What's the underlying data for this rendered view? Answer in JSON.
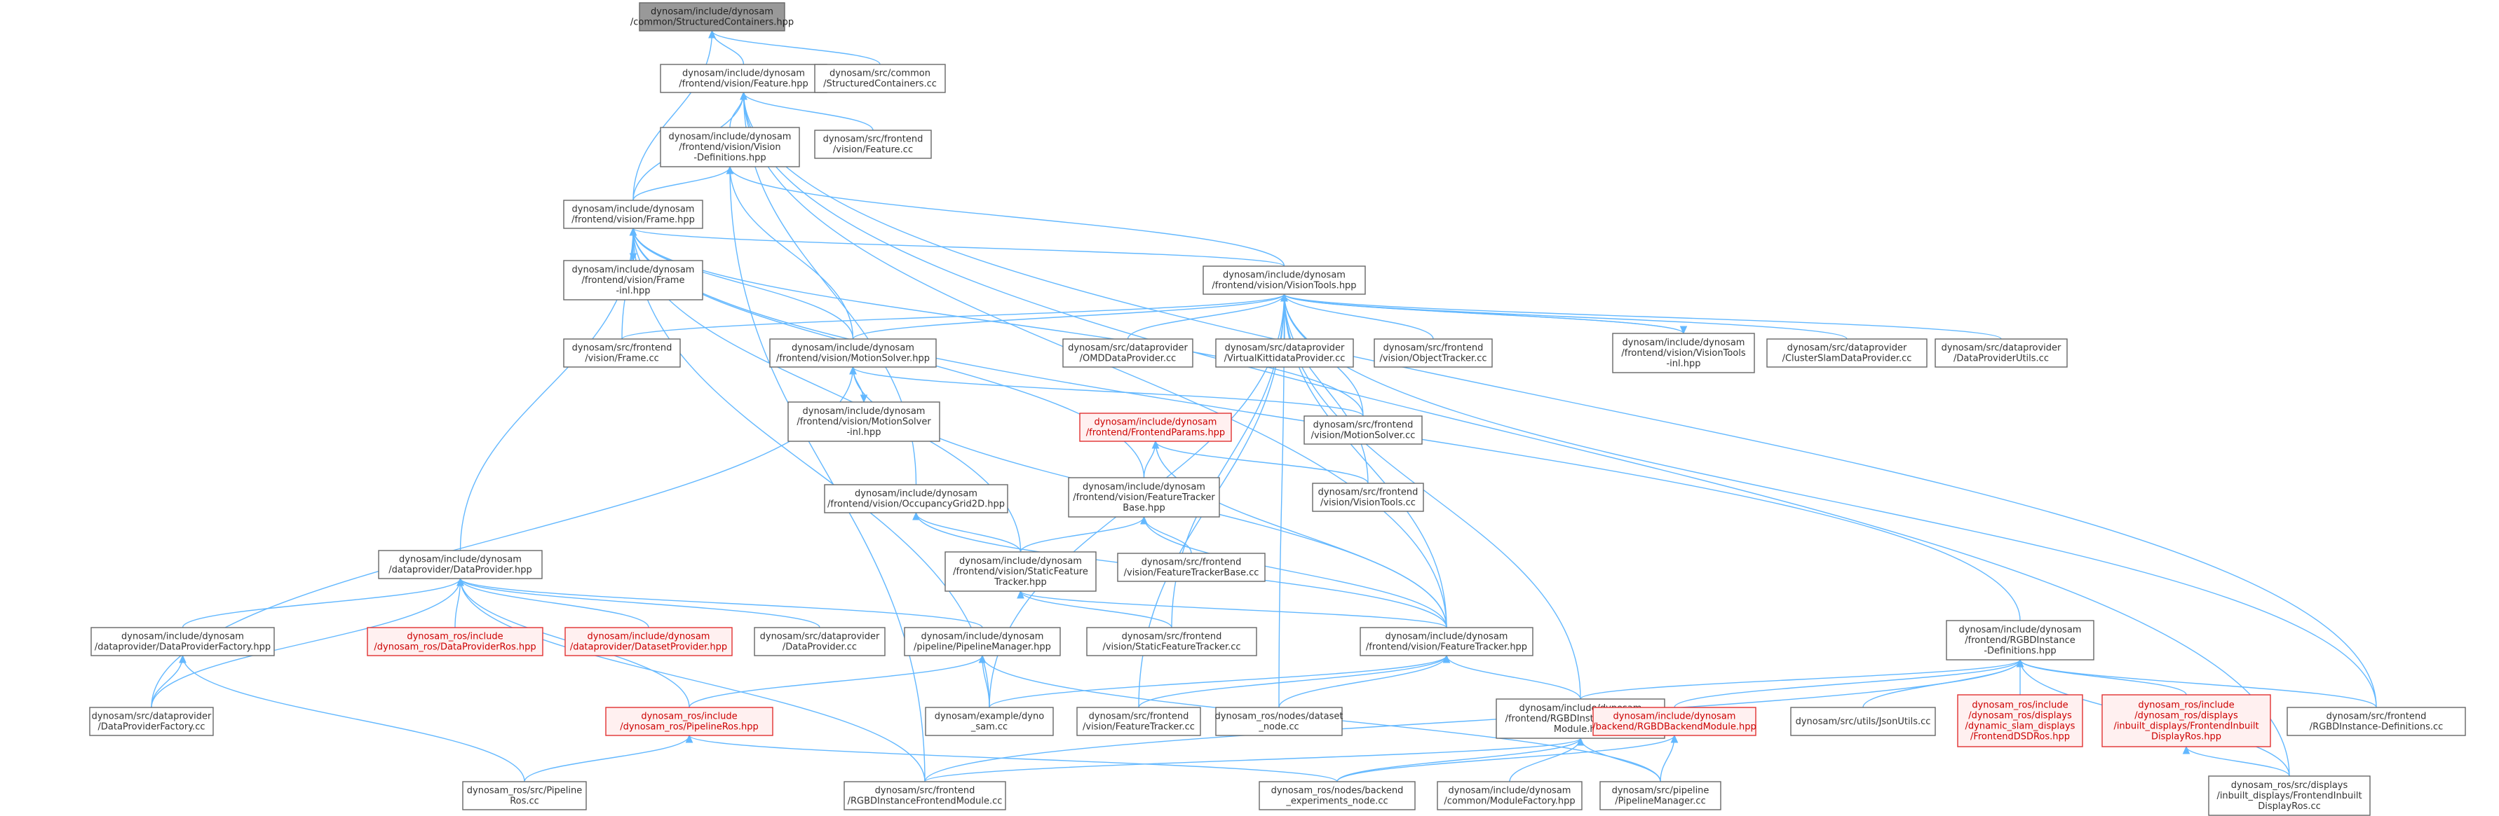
{
  "nodes": [
    {
      "id": "n0",
      "lines": [
        "dynosam/include/dynosam",
        "/common/StructuredContainers.hpp"
      ],
      "style": "root"
    },
    {
      "id": "n1",
      "lines": [
        "dynosam/include/dynosam",
        "/frontend/vision/Feature.hpp"
      ],
      "style": "normal"
    },
    {
      "id": "n2",
      "lines": [
        "dynosam/src/common",
        "/StructuredContainers.cc"
      ],
      "style": "normal"
    },
    {
      "id": "n3",
      "lines": [
        "dynosam/include/dynosam",
        "/frontend/vision/Vision",
        "-Definitions.hpp"
      ],
      "style": "normal"
    },
    {
      "id": "n4",
      "lines": [
        "dynosam/src/frontend",
        "/vision/Feature.cc"
      ],
      "style": "normal"
    },
    {
      "id": "n5",
      "lines": [
        "dynosam/include/dynosam",
        "/frontend/vision/Frame.hpp"
      ],
      "style": "normal"
    },
    {
      "id": "n6",
      "lines": [
        "dynosam/include/dynosam",
        "/frontend/vision/VisionTools.hpp"
      ],
      "style": "normal"
    },
    {
      "id": "n7",
      "lines": [
        "dynosam/include/dynosam",
        "/frontend/vision/Frame",
        "-inl.hpp"
      ],
      "style": "normal"
    },
    {
      "id": "n8",
      "lines": [
        "dynosam/src/frontend",
        "/vision/Frame.cc"
      ],
      "style": "normal"
    },
    {
      "id": "n9",
      "lines": [
        "dynosam/include/dynosam",
        "/frontend/vision/MotionSolver.hpp"
      ],
      "style": "normal"
    },
    {
      "id": "n10",
      "lines": [
        "dynosam/src/dataprovider",
        "/OMDDataProvider.cc"
      ],
      "style": "normal"
    },
    {
      "id": "n11",
      "lines": [
        "dynosam/src/dataprovider",
        "/VirtualKittidataProvider.cc"
      ],
      "style": "normal"
    },
    {
      "id": "n12",
      "lines": [
        "dynosam/src/frontend",
        "/vision/ObjectTracker.cc"
      ],
      "style": "normal"
    },
    {
      "id": "n13",
      "lines": [
        "dynosam/include/dynosam",
        "/frontend/vision/VisionTools",
        "-inl.hpp"
      ],
      "style": "normal"
    },
    {
      "id": "n14",
      "lines": [
        "dynosam/src/dataprovider",
        "/ClusterSlamDataProvider.cc"
      ],
      "style": "normal"
    },
    {
      "id": "n15",
      "lines": [
        "dynosam/src/dataprovider",
        "/DataProviderUtils.cc"
      ],
      "style": "normal"
    },
    {
      "id": "n16",
      "lines": [
        "dynosam/include/dynosam",
        "/frontend/vision/MotionSolver",
        "-inl.hpp"
      ],
      "style": "normal"
    },
    {
      "id": "n17",
      "lines": [
        "dynosam/include/dynosam",
        "/frontend/FrontendParams.hpp"
      ],
      "style": "red"
    },
    {
      "id": "n18",
      "lines": [
        "dynosam/src/frontend",
        "/vision/MotionSolver.cc"
      ],
      "style": "normal"
    },
    {
      "id": "n19",
      "lines": [
        "dynosam/include/dynosam",
        "/frontend/vision/OccupancyGrid2D.hpp"
      ],
      "style": "normal"
    },
    {
      "id": "n20",
      "lines": [
        "dynosam/include/dynosam",
        "/frontend/vision/FeatureTracker",
        "Base.hpp"
      ],
      "style": "normal"
    },
    {
      "id": "n21",
      "lines": [
        "dynosam/src/frontend",
        "/vision/VisionTools.cc"
      ],
      "style": "normal"
    },
    {
      "id": "n22",
      "lines": [
        "dynosam/include/dynosam",
        "/dataprovider/DataProvider.hpp"
      ],
      "style": "normal"
    },
    {
      "id": "n23",
      "lines": [
        "dynosam/include/dynosam",
        "/frontend/vision/StaticFeature",
        "Tracker.hpp"
      ],
      "style": "normal"
    },
    {
      "id": "n24",
      "lines": [
        "dynosam/src/frontend",
        "/vision/FeatureTrackerBase.cc"
      ],
      "style": "normal"
    },
    {
      "id": "n25",
      "lines": [
        "dynosam/include/dynosam",
        "/dataprovider/DataProviderFactory.hpp"
      ],
      "style": "normal"
    },
    {
      "id": "n26",
      "lines": [
        "dynosam_ros/include",
        "/dynosam_ros/DataProviderRos.hpp"
      ],
      "style": "red"
    },
    {
      "id": "n27",
      "lines": [
        "dynosam/include/dynosam",
        "/dataprovider/DatasetProvider.hpp"
      ],
      "style": "red"
    },
    {
      "id": "n28",
      "lines": [
        "dynosam/src/dataprovider",
        "/DataProvider.cc"
      ],
      "style": "normal"
    },
    {
      "id": "n29",
      "lines": [
        "dynosam/include/dynosam",
        "/pipeline/PipelineManager.hpp"
      ],
      "style": "normal"
    },
    {
      "id": "n30",
      "lines": [
        "dynosam/src/frontend",
        "/vision/StaticFeatureTracker.cc"
      ],
      "style": "normal"
    },
    {
      "id": "n31",
      "lines": [
        "dynosam/include/dynosam",
        "/frontend/vision/FeatureTracker.hpp"
      ],
      "style": "normal"
    },
    {
      "id": "n32",
      "lines": [
        "dynosam/include/dynosam",
        "/frontend/RGBDInstance",
        "-Definitions.hpp"
      ],
      "style": "normal"
    },
    {
      "id": "n33",
      "lines": [
        "dynosam/src/dataprovider",
        "/DataProviderFactory.cc"
      ],
      "style": "normal"
    },
    {
      "id": "n34",
      "lines": [
        "dynosam_ros/include",
        "/dynosam_ros/PipelineRos.hpp"
      ],
      "style": "red"
    },
    {
      "id": "n35",
      "lines": [
        "dynosam/example/dyno",
        "_sam.cc"
      ],
      "style": "normal"
    },
    {
      "id": "n36",
      "lines": [
        "dynosam/src/frontend",
        "/vision/FeatureTracker.cc"
      ],
      "style": "normal"
    },
    {
      "id": "n37",
      "lines": [
        "dynosam_ros/nodes/dataset",
        "_node.cc"
      ],
      "style": "normal"
    },
    {
      "id": "n38",
      "lines": [
        "dynosam/include/dynosam",
        "/frontend/RGBDInstanceFrontend",
        "Module.hpp"
      ],
      "style": "normal"
    },
    {
      "id": "n39",
      "lines": [
        "dynosam/include/dynosam",
        "/backend/RGBDBackendModule.hpp"
      ],
      "style": "red"
    },
    {
      "id": "n40",
      "lines": [
        "dynosam/src/utils/JsonUtils.cc"
      ],
      "style": "normal"
    },
    {
      "id": "n41",
      "lines": [
        "dynosam_ros/include",
        "/dynosam_ros/displays",
        "/dynamic_slam_displays",
        "/FrontendDSDRos.hpp"
      ],
      "style": "red"
    },
    {
      "id": "n42",
      "lines": [
        "dynosam_ros/include",
        "/dynosam_ros/displays",
        "/inbuilt_displays/FrontendInbuilt",
        "DisplayRos.hpp"
      ],
      "style": "red"
    },
    {
      "id": "n43",
      "lines": [
        "dynosam/src/frontend",
        "/RGBDInstance-Definitions.cc"
      ],
      "style": "normal"
    },
    {
      "id": "n44",
      "lines": [
        "dynosam_ros/src/Pipeline",
        "Ros.cc"
      ],
      "style": "normal"
    },
    {
      "id": "n45",
      "lines": [
        "dynosam/src/frontend",
        "/RGBDInstanceFrontendModule.cc"
      ],
      "style": "normal"
    },
    {
      "id": "n46",
      "lines": [
        "dynosam_ros/nodes/backend",
        "_experiments_node.cc"
      ],
      "style": "normal"
    },
    {
      "id": "n47",
      "lines": [
        "dynosam/include/dynosam",
        "/common/ModuleFactory.hpp"
      ],
      "style": "normal"
    },
    {
      "id": "n48",
      "lines": [
        "dynosam/src/pipeline",
        "/PipelineManager.cc"
      ],
      "style": "normal"
    },
    {
      "id": "n49",
      "lines": [
        "dynosam_ros/src/displays",
        "/inbuilt_displays/FrontendInbuilt",
        "DisplayRos.cc"
      ],
      "style": "normal"
    }
  ],
  "edges": [
    [
      "n1",
      "n0"
    ],
    [
      "n2",
      "n0"
    ],
    [
      "n5",
      "n0"
    ],
    [
      "n3",
      "n1"
    ],
    [
      "n4",
      "n1"
    ],
    [
      "n5",
      "n1"
    ],
    [
      "n19",
      "n1"
    ],
    [
      "n31",
      "n1"
    ],
    [
      "n49",
      "n1"
    ],
    [
      "n43",
      "n1"
    ],
    [
      "n5",
      "n3"
    ],
    [
      "n9",
      "n3"
    ],
    [
      "n6",
      "n3"
    ],
    [
      "n45",
      "n3"
    ],
    [
      "n7",
      "n5"
    ],
    [
      "n8",
      "n5"
    ],
    [
      "n9",
      "n5"
    ],
    [
      "n6",
      "n5"
    ],
    [
      "n22",
      "n5"
    ],
    [
      "n20",
      "n5"
    ],
    [
      "n23",
      "n5"
    ],
    [
      "n35",
      "n5"
    ],
    [
      "n18",
      "n5"
    ],
    [
      "n32",
      "n5"
    ],
    [
      "n5",
      "n7"
    ],
    [
      "n9",
      "n6"
    ],
    [
      "n10",
      "n6"
    ],
    [
      "n11",
      "n6"
    ],
    [
      "n12",
      "n6"
    ],
    [
      "n13",
      "n6"
    ],
    [
      "n14",
      "n6"
    ],
    [
      "n15",
      "n6"
    ],
    [
      "n8",
      "n6"
    ],
    [
      "n18",
      "n6"
    ],
    [
      "n21",
      "n6"
    ],
    [
      "n31",
      "n6"
    ],
    [
      "n38",
      "n6"
    ],
    [
      "n30",
      "n6"
    ],
    [
      "n36",
      "n6"
    ],
    [
      "n37",
      "n6"
    ],
    [
      "n35",
      "n6"
    ],
    [
      "n43",
      "n6"
    ],
    [
      "n6",
      "n13"
    ],
    [
      "n16",
      "n9"
    ],
    [
      "n18",
      "n9"
    ],
    [
      "n31",
      "n9"
    ],
    [
      "n33",
      "n9"
    ],
    [
      "n9",
      "n16"
    ],
    [
      "n20",
      "n17"
    ],
    [
      "n21",
      "n17"
    ],
    [
      "n31",
      "n17"
    ],
    [
      "n23",
      "n19"
    ],
    [
      "n31",
      "n19"
    ],
    [
      "n23",
      "n20"
    ],
    [
      "n24",
      "n20"
    ],
    [
      "n31",
      "n20"
    ],
    [
      "n25",
      "n22"
    ],
    [
      "n26",
      "n22"
    ],
    [
      "n27",
      "n22"
    ],
    [
      "n28",
      "n22"
    ],
    [
      "n29",
      "n22"
    ],
    [
      "n33",
      "n22"
    ],
    [
      "n34",
      "n22"
    ],
    [
      "n45",
      "n22"
    ],
    [
      "n30",
      "n23"
    ],
    [
      "n31",
      "n23"
    ],
    [
      "n33",
      "n25"
    ],
    [
      "n44",
      "n25"
    ],
    [
      "n34",
      "n29"
    ],
    [
      "n35",
      "n29"
    ],
    [
      "n48",
      "n29"
    ],
    [
      "n35",
      "n31"
    ],
    [
      "n36",
      "n31"
    ],
    [
      "n37",
      "n31"
    ],
    [
      "n38",
      "n31"
    ],
    [
      "n38",
      "n32"
    ],
    [
      "n39",
      "n32"
    ],
    [
      "n40",
      "n32"
    ],
    [
      "n41",
      "n32"
    ],
    [
      "n42",
      "n32"
    ],
    [
      "n43",
      "n32"
    ],
    [
      "n45",
      "n32"
    ],
    [
      "n49",
      "n32"
    ],
    [
      "n44",
      "n34"
    ],
    [
      "n46",
      "n34"
    ],
    [
      "n45",
      "n38"
    ],
    [
      "n46",
      "n38"
    ],
    [
      "n47",
      "n38"
    ],
    [
      "n48",
      "n38"
    ],
    [
      "n46",
      "n39"
    ],
    [
      "n48",
      "n39"
    ],
    [
      "n49",
      "n42"
    ]
  ],
  "colors": {
    "edge": "#63b8ff",
    "root_fill": "#999999",
    "node_border": "#666666",
    "red_border": "#e03030",
    "red_text": "#cc0000"
  }
}
